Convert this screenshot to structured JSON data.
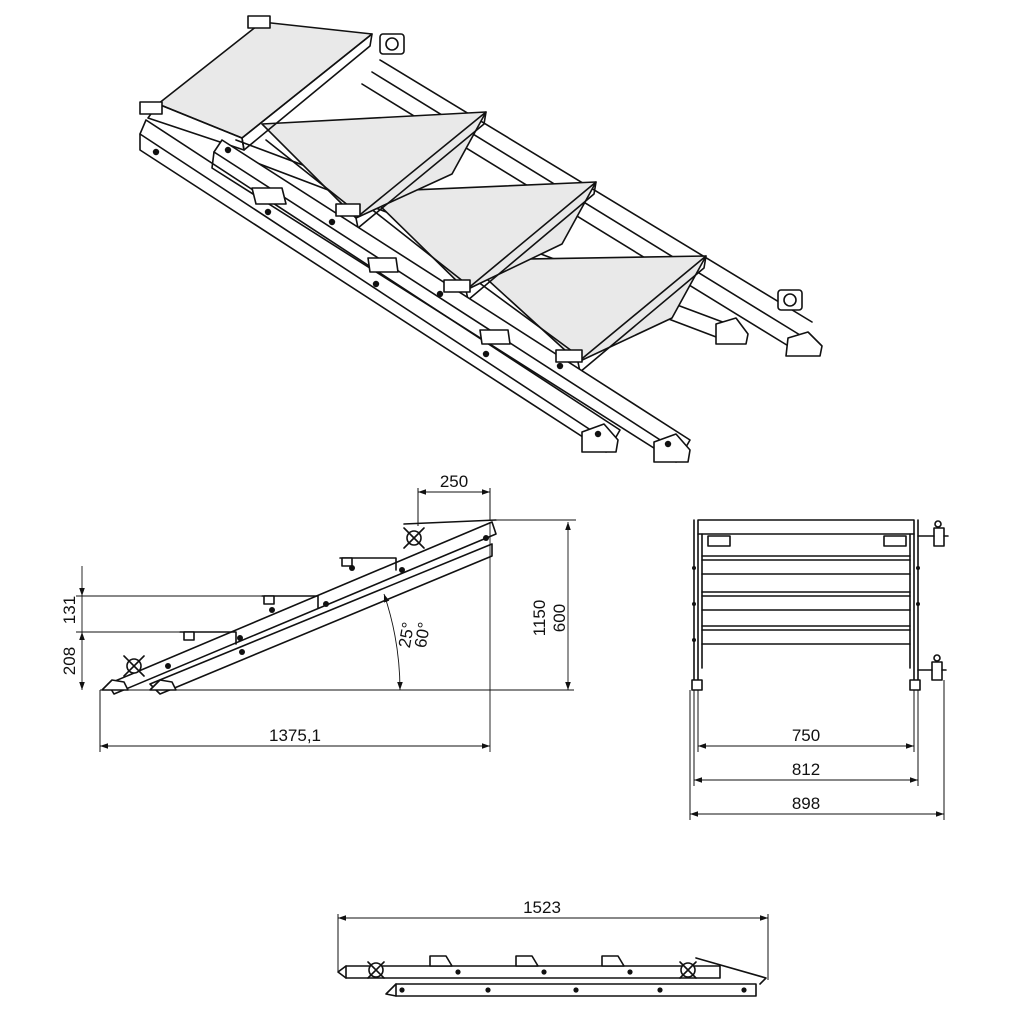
{
  "colors": {
    "line": "#111111",
    "background": "#ffffff",
    "tread_fill": "#e9e9e9"
  },
  "side_view": {
    "dim_top_width": "250",
    "dim_total_height": "1150",
    "dim_inner_height": "600",
    "dim_step_rise": "131",
    "dim_bottom_rise": "208",
    "angle_max": "60°",
    "angle_min": "25°",
    "dim_length": "1375,1"
  },
  "front_view": {
    "dim_inner_width": "750",
    "dim_mid_width": "812",
    "dim_overall_width": "898"
  },
  "folded_view": {
    "dim_length": "1523"
  }
}
